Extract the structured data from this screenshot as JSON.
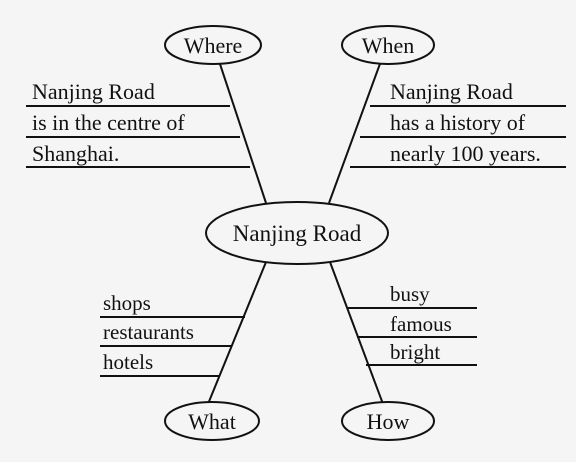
{
  "center": "Nanjing Road",
  "where": {
    "label": "Where",
    "lines": [
      "Nanjing Road",
      "is in the centre of",
      "Shanghai."
    ]
  },
  "when": {
    "label": "When",
    "lines": [
      "Nanjing Road",
      "has a history of",
      "nearly 100 years."
    ]
  },
  "what": {
    "label": "What",
    "items": [
      "shops",
      "restaurants",
      "hotels"
    ]
  },
  "how": {
    "label": "How",
    "items": [
      "busy",
      "famous",
      "bright"
    ]
  }
}
